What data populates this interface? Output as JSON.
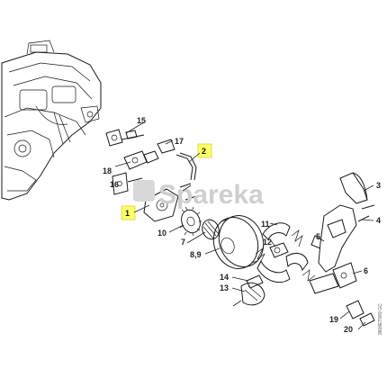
{
  "diagram": {
    "watermark": "Spareka",
    "drawing_code": "3606ET069 GC",
    "callouts": [
      {
        "id": "c1",
        "label": "1",
        "highlighted": true
      },
      {
        "id": "c2",
        "label": "2",
        "highlighted": true
      },
      {
        "id": "c3",
        "label": "3",
        "highlighted": false
      },
      {
        "id": "c4",
        "label": "4",
        "highlighted": false
      },
      {
        "id": "c5",
        "label": "5",
        "highlighted": false
      },
      {
        "id": "c6",
        "label": "6",
        "highlighted": false
      },
      {
        "id": "c7",
        "label": "7",
        "highlighted": false
      },
      {
        "id": "c8",
        "label": "8,9",
        "highlighted": false
      },
      {
        "id": "c10",
        "label": "10",
        "highlighted": false
      },
      {
        "id": "c11",
        "label": "11",
        "highlighted": false
      },
      {
        "id": "c12",
        "label": "12",
        "highlighted": false
      },
      {
        "id": "c13",
        "label": "13",
        "highlighted": false
      },
      {
        "id": "c14",
        "label": "14",
        "highlighted": false
      },
      {
        "id": "c15",
        "label": "15",
        "highlighted": false
      },
      {
        "id": "c16",
        "label": "16",
        "highlighted": false
      },
      {
        "id": "c17",
        "label": "17",
        "highlighted": false
      },
      {
        "id": "c18",
        "label": "18",
        "highlighted": false
      },
      {
        "id": "c19",
        "label": "19",
        "highlighted": false
      },
      {
        "id": "c20",
        "label": "20",
        "highlighted": false
      }
    ],
    "highlight_color": "#ffff66"
  }
}
